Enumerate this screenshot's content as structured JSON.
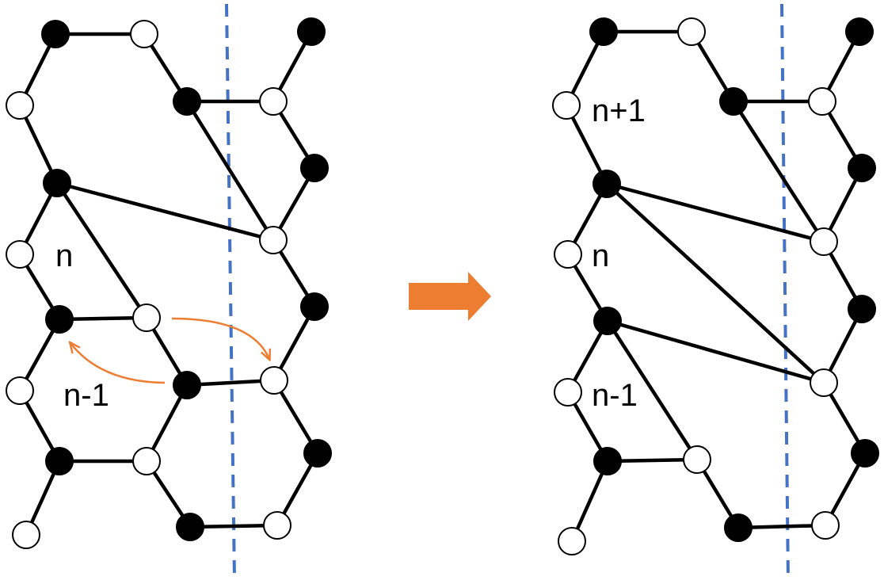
{
  "diagram": {
    "colors": {
      "bond": "#000000",
      "atom_dark": "#000000",
      "atom_light": "#ffffff",
      "cut_line": "#4472c4",
      "arrow": "#ed7d31"
    },
    "left_panel": {
      "labels": {
        "ring_n": "n",
        "ring_n_minus_1": "n-1"
      }
    },
    "right_panel": {
      "labels": {
        "ring_n_plus_1": "n+1",
        "ring_n": "n",
        "ring_n_minus_1": "n-1"
      }
    },
    "transition_arrow_icon": "right-arrow-icon"
  }
}
